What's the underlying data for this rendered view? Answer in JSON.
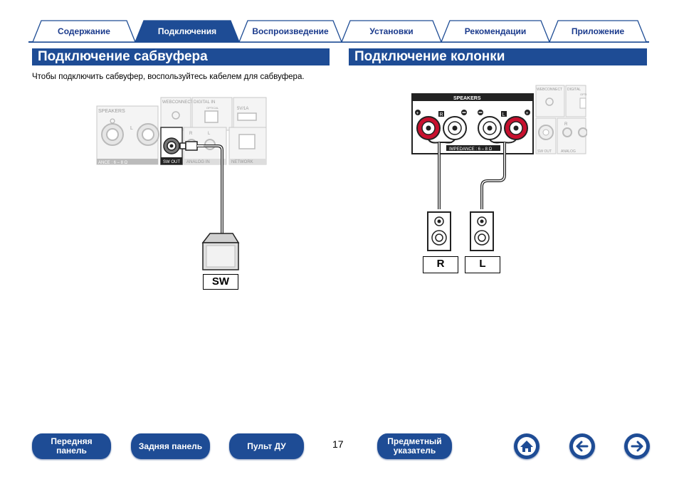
{
  "tabs": [
    {
      "label": "Содержание"
    },
    {
      "label": "Подключения"
    },
    {
      "label": "Воспроизведение"
    },
    {
      "label": "Установки"
    },
    {
      "label": "Рекомендации"
    },
    {
      "label": "Приложение"
    }
  ],
  "left": {
    "title": "Подключение сабвуфера",
    "description": "Чтобы подключить сабвуфер, воспользуйтесь кабелем для сабвуфера.",
    "diagram": {
      "speakers": "SPEAKERS",
      "impedance": "ANCE : 6 – 8 Ω",
      "webconnect": "WEBCONNECT",
      "digital_in": "DIGITAL IN",
      "optical": "OPTICAL",
      "usb": "5V/1A",
      "sw_out": "SW OUT",
      "analog_in": "ANALOG IN",
      "network": "NETWORK",
      "r": "R",
      "l": "L",
      "sw_label": "SW"
    }
  },
  "right": {
    "title": "Подключение колонки",
    "diagram": {
      "speakers": "SPEAKERS",
      "impedance": "IMPEDANCE : 6 – 8 Ω",
      "webconnect": "WEBCONNECT",
      "digital": "DIGITAL",
      "optical": "OPTI",
      "sw_out": "SW OUT",
      "analog": "ANALOG",
      "r_small": "R",
      "l_small": "L",
      "r_label": "R",
      "l_label": "L"
    }
  },
  "footer": {
    "front_panel": "Передняя панель",
    "rear_panel": "Задняя панель",
    "remote": "Пульт ДУ",
    "page_number": "17",
    "index": "Предметный указатель"
  },
  "colors": {
    "accent": "#1e4c95",
    "terminal_red": "#c8102e"
  }
}
